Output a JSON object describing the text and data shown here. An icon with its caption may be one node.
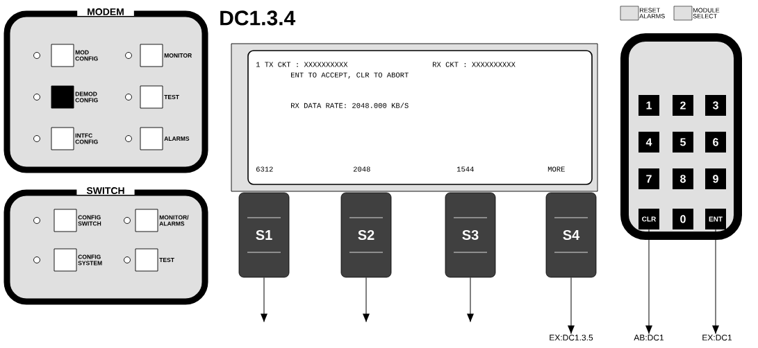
{
  "diagram": {
    "title": "DC1.3.4",
    "nodes": [
      {
        "text": [
          "MODEM"
        ]
      },
      {
        "text": [
          "MOD CONFIG"
        ],
        "in": 0
      },
      {
        "text": [
          "MONITOR"
        ],
        "in": 0
      },
      {
        "text": [
          "DEMOD CONFIG"
        ],
        "in": 0
      },
      {
        "text": [
          "TEST"
        ],
        "in": 0
      },
      {
        "text": [
          "INTFC CONFIG"
        ],
        "in": 0
      },
      {
        "text": [
          "ALARMS"
        ],
        "in": 0
      },
      {
        "text": [
          "SWITCH"
        ]
      },
      {
        "text": [
          "CONFIG SWITCH"
        ],
        "in": 7
      },
      {
        "text": [
          "MONITOR/ ALARMS"
        ],
        "in": 7
      },
      {
        "text": [
          "CONFIG SYSTEM"
        ],
        "in": 7
      },
      {
        "text": [
          "TEST"
        ],
        "in": 7
      },
      {
        "text": [
          "1 TX CKT : XXXXXXXXXX",
          "RX CKT : XXXXXXXXXX",
          "ENT TO ACCEPT, CLR TO ABORT",
          "RX DATA RATE: 2048.000 KB/S",
          "6312",
          "2048",
          "1544",
          "MORE"
        ]
      },
      {
        "text": [
          "S1"
        ]
      },
      {
        "text": [
          "S2"
        ]
      },
      {
        "text": [
          "S3"
        ]
      },
      {
        "text": [
          "S4"
        ]
      },
      {
        "text": [
          "RESET ALARMS"
        ]
      },
      {
        "text": [
          "MODULE SELECT"
        ]
      },
      {
        "text": [],
        "shape": "box"
      },
      {
        "text": [
          "1"
        ],
        "in": 19
      },
      {
        "text": [
          "2"
        ],
        "in": 19
      },
      {
        "text": [
          "3"
        ],
        "in": 19
      },
      {
        "text": [
          "4"
        ],
        "in": 19
      },
      {
        "text": [
          "5"
        ],
        "in": 19
      },
      {
        "text": [
          "6"
        ],
        "in": 19
      },
      {
        "text": [
          "7"
        ],
        "in": 19
      },
      {
        "text": [
          "8"
        ],
        "in": 19
      },
      {
        "text": [
          "9"
        ],
        "in": 19
      },
      {
        "text": [
          "CLR"
        ],
        "in": 19
      },
      {
        "text": [
          "0"
        ],
        "in": 19
      },
      {
        "text": [
          "ENT"
        ],
        "in": 19
      },
      {
        "text": [
          "EX:DC1.3.5"
        ]
      },
      {
        "text": [
          "AB:DC1"
        ]
      },
      {
        "text": [
          "EX:DC1"
        ]
      }
    ],
    "edges": [
      {
        "from": 13,
        "to": null,
        "arrow": "to"
      },
      {
        "from": 14,
        "to": null,
        "arrow": "to"
      },
      {
        "from": 15,
        "to": null,
        "arrow": "to"
      },
      {
        "from": 16,
        "to": 32,
        "arrow": "to"
      },
      {
        "from": 29,
        "to": 33,
        "arrow": "to"
      },
      {
        "from": 31,
        "to": 34,
        "arrow": "to"
      }
    ]
  }
}
